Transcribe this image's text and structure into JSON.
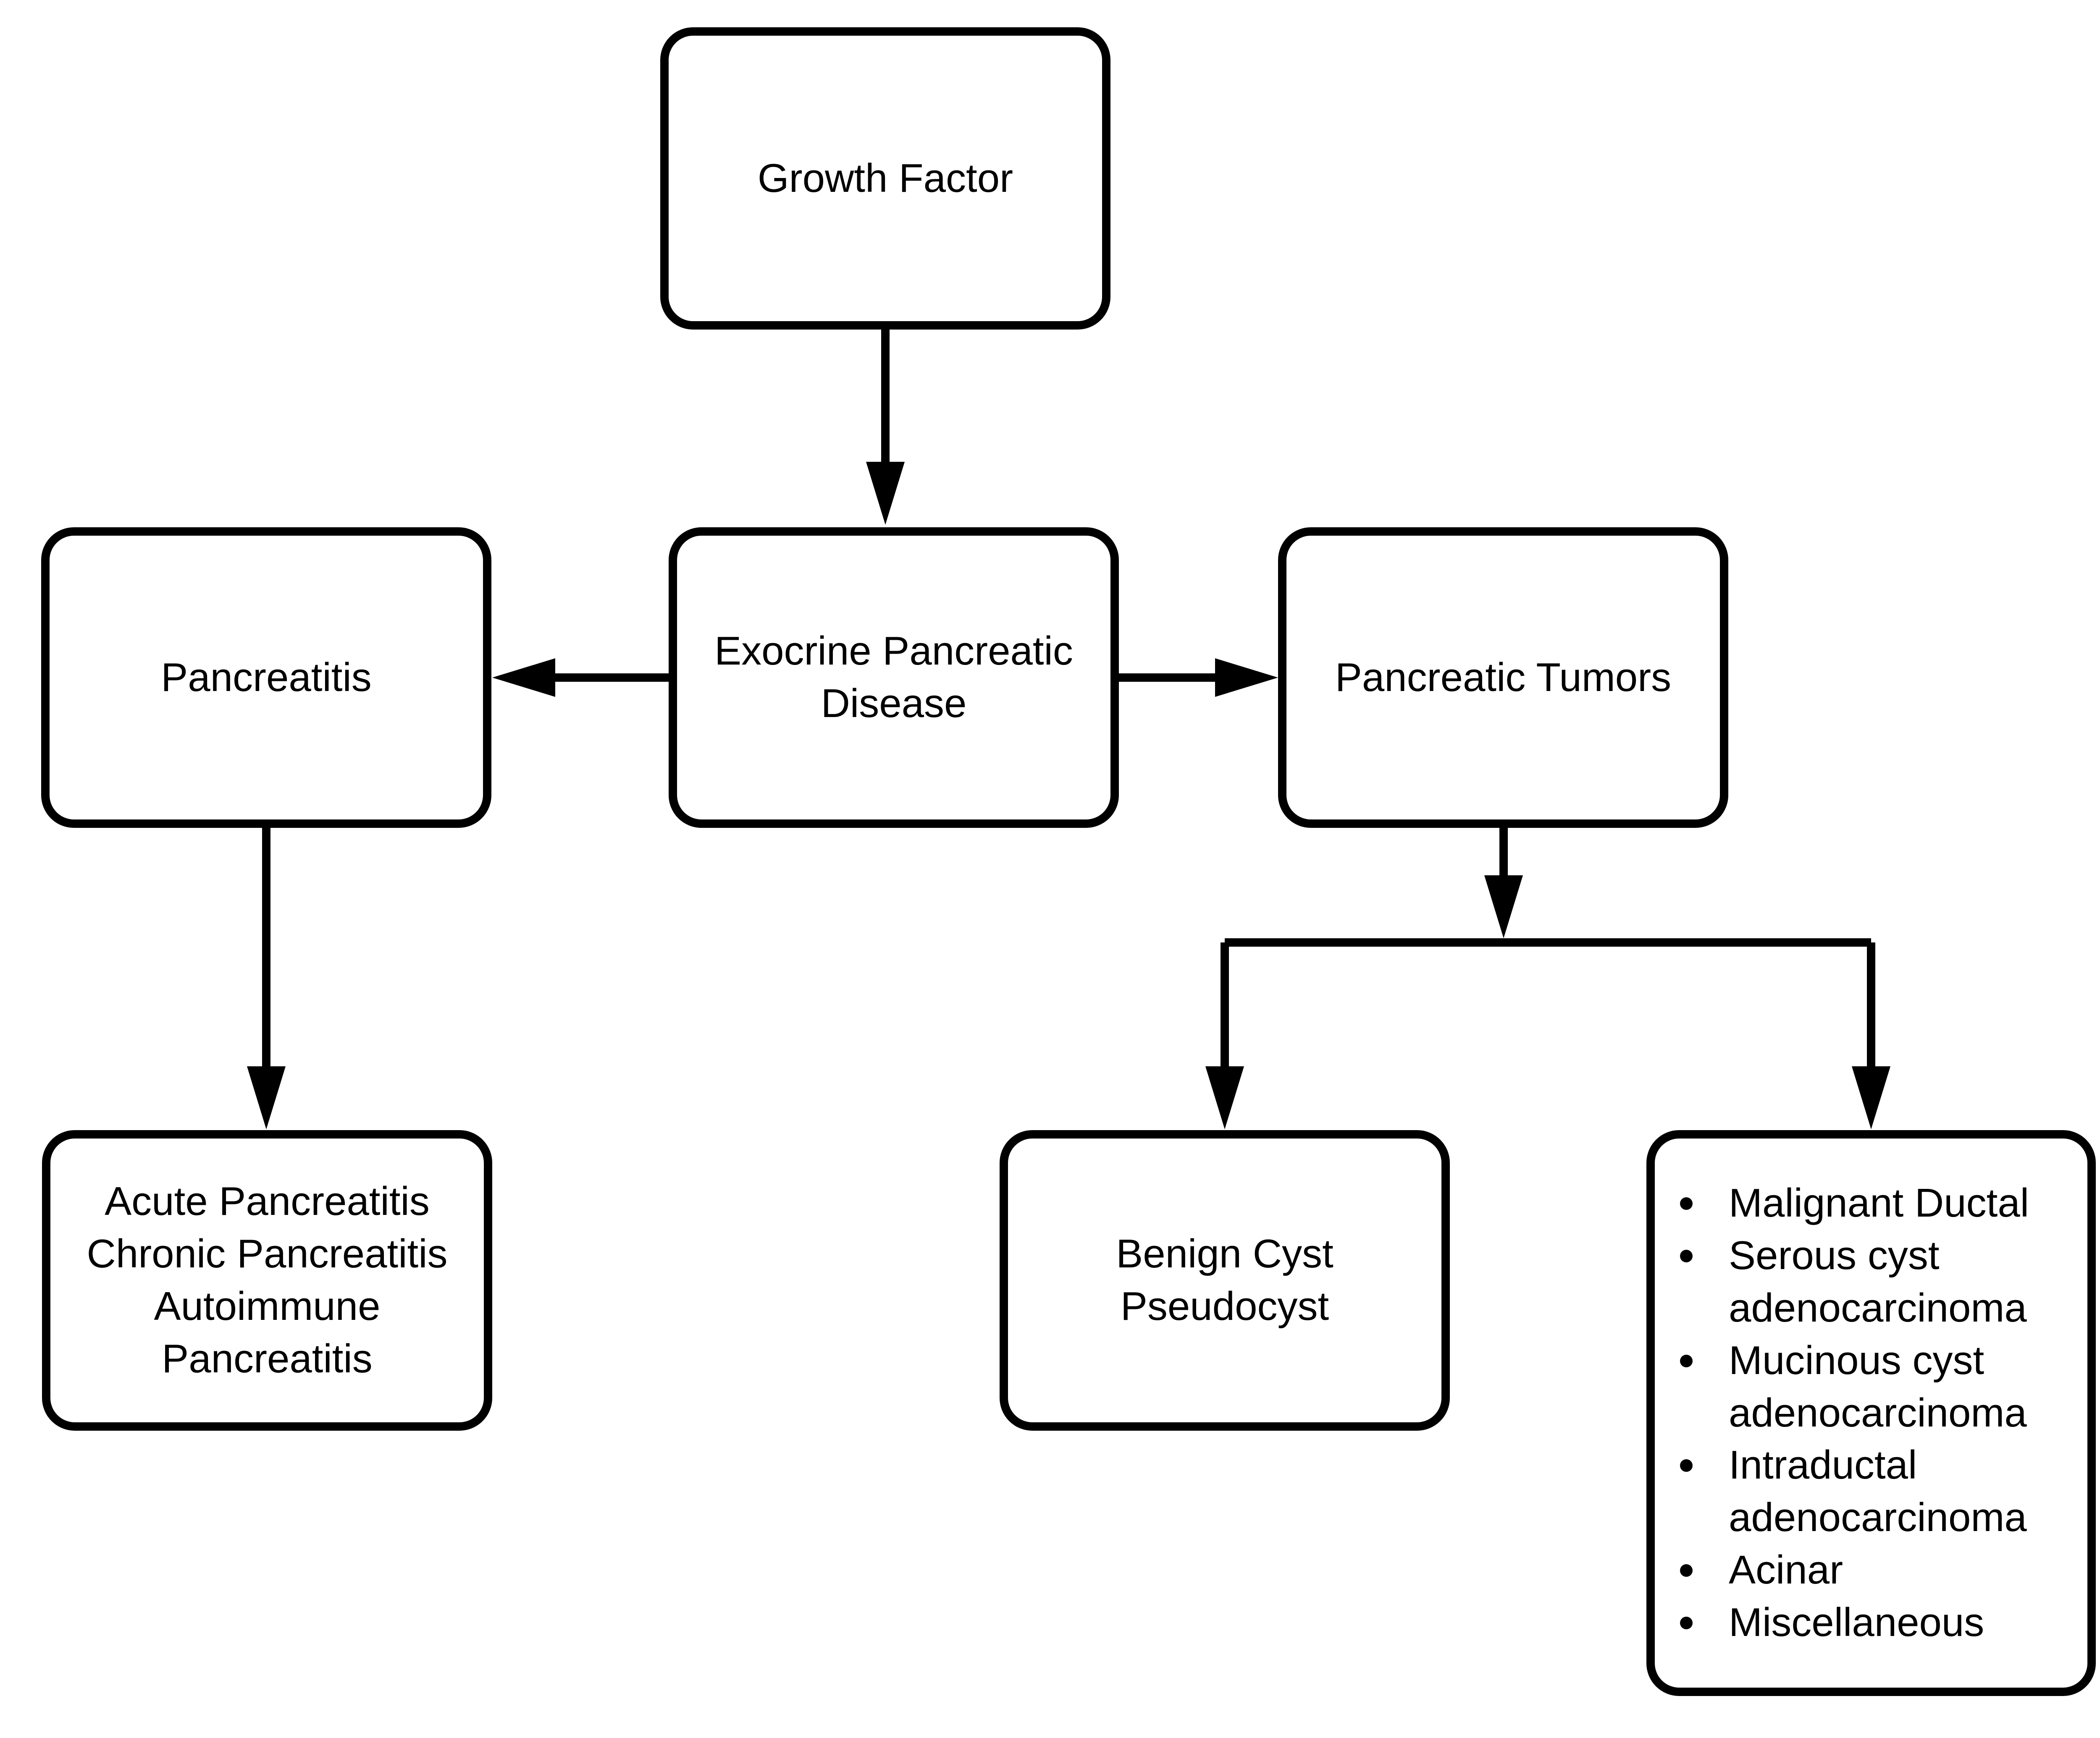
{
  "diagram": {
    "type": "flowchart",
    "orientation": "top-down",
    "background_color": "#ffffff",
    "line_color": "#000000",
    "text_color": "#000000",
    "nodes": {
      "growth_factor": {
        "label": "Growth Factor"
      },
      "exocrine_disease": {
        "label": "Exocrine Pancreatic\nDisease"
      },
      "pancreatitis": {
        "label": "Pancreatitis"
      },
      "pancreatic_tumors": {
        "label": "Pancreatic Tumors"
      },
      "pancreatitis_types": {
        "label": "Acute Pancreatitis\nChronic Pancreatitis\nAutoimmune\nPancreatitis"
      },
      "benign_cyst": {
        "label": "Benign Cyst\nPseudocyst"
      },
      "malignant_types": {
        "items": [
          "Malignant Ductal",
          "Serous cyst\nadenocarcinoma",
          "Mucinous cyst\nadenocarcinoma",
          "Intraductal\nadenocarcinoma",
          "Acinar",
          "Miscellaneous"
        ]
      }
    },
    "edges": [
      {
        "from": "growth_factor",
        "to": "exocrine_disease",
        "direction": "down"
      },
      {
        "from": "exocrine_disease",
        "to": "pancreatitis",
        "direction": "left"
      },
      {
        "from": "exocrine_disease",
        "to": "pancreatic_tumors",
        "direction": "right"
      },
      {
        "from": "pancreatitis",
        "to": "pancreatitis_types",
        "direction": "down"
      },
      {
        "from": "pancreatic_tumors",
        "to": "benign_cyst",
        "direction": "down-split-left"
      },
      {
        "from": "pancreatic_tumors",
        "to": "malignant_types",
        "direction": "down-split-right"
      }
    ]
  }
}
